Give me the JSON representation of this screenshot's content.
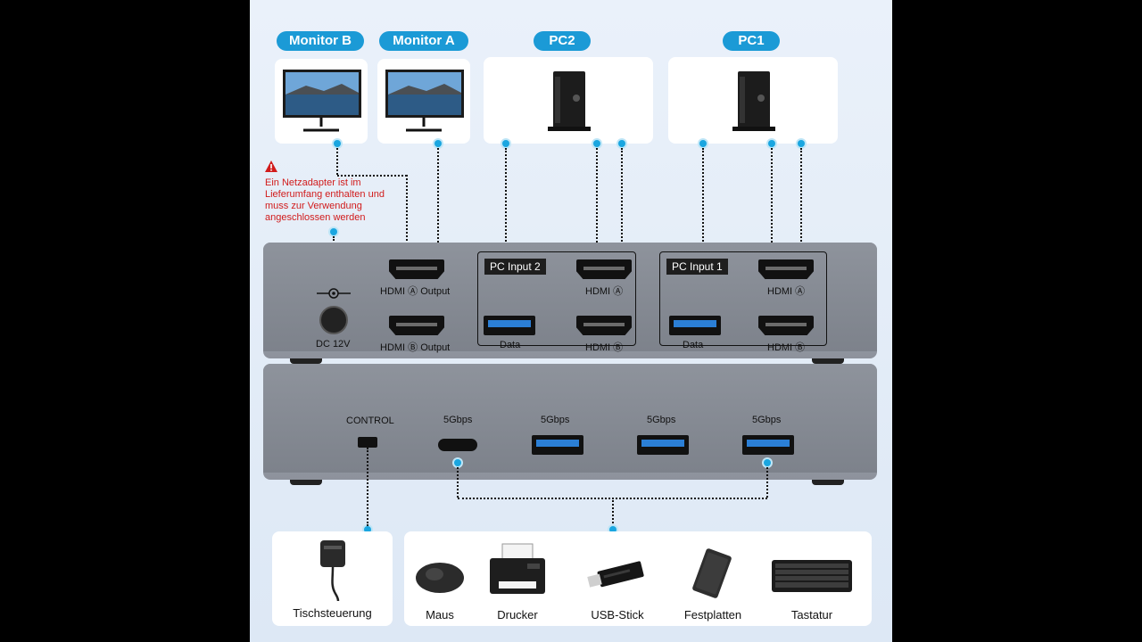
{
  "labels": {
    "monitor_b": "Monitor B",
    "monitor_a": "Monitor A",
    "pc2": "PC2",
    "pc1": "PC1"
  },
  "warning": {
    "icon": "warning-triangle-icon",
    "text": "Ein Netzadapter ist im Lieferumfang enthalten und muss zur Verwendung angeschlossen werden"
  },
  "top_unit": {
    "dc": "DC 12V",
    "hdmi_a_out": "HDMI Ⓐ Output",
    "hdmi_b_out": "HDMI Ⓑ Output",
    "pc_input_2": "PC Input 2",
    "pc_input_1": "PC Input 1",
    "data": "Data",
    "hdmi_a": "HDMI Ⓐ",
    "hdmi_b": "HDMI Ⓑ"
  },
  "bottom_unit": {
    "control": "CONTROL",
    "speed": "5Gbps"
  },
  "peripherals": {
    "desk_control": "Tischsteuerung",
    "mouse": "Maus",
    "printer": "Drucker",
    "usb_stick": "USB-Stick",
    "hdd": "Festplatten",
    "keyboard": "Tastatur"
  },
  "colors": {
    "accent": "#1b9ad6",
    "warning": "#d11b1b",
    "device": "#8d929c"
  }
}
